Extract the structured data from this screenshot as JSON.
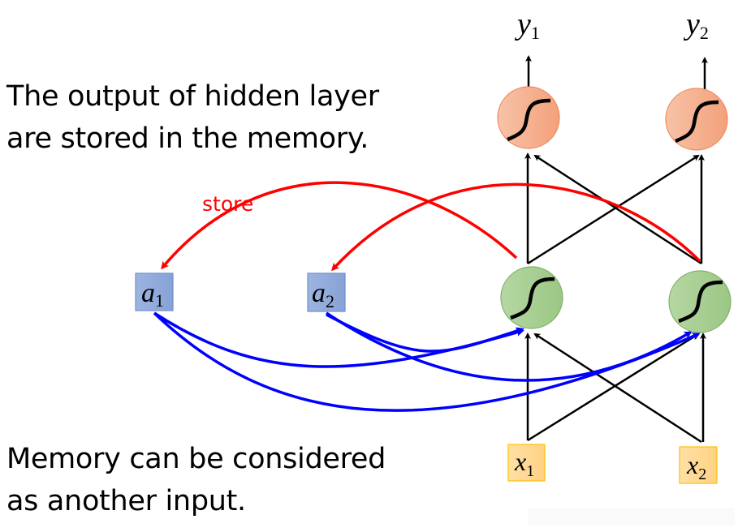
{
  "captions": {
    "top_line1": "The output of hidden layer",
    "top_line2": "are stored in the memory.",
    "bottom_line1": "Memory can be considered",
    "bottom_line2": "as  another input."
  },
  "edge_label": "store",
  "nodes": {
    "outputs": [
      {
        "var": "y",
        "sub": "1",
        "activation": "sigmoid-icon"
      },
      {
        "var": "y",
        "sub": "2",
        "activation": "sigmoid-icon"
      }
    ],
    "hidden": [
      {
        "activation": "sigmoid-icon"
      },
      {
        "activation": "sigmoid-icon"
      }
    ],
    "memory": [
      {
        "var": "a",
        "sub": "1"
      },
      {
        "var": "a",
        "sub": "2"
      }
    ],
    "inputs": [
      {
        "var": "x",
        "sub": "1"
      },
      {
        "var": "x",
        "sub": "2"
      }
    ]
  },
  "colors": {
    "output_node": "#f4a683",
    "hidden_node": "#a3cc8e",
    "memory_node": "#8faadc",
    "input_node": "#ffd98e",
    "store_edge": "#ff0000",
    "memory_edge": "#0000ff",
    "edge": "#000000"
  }
}
